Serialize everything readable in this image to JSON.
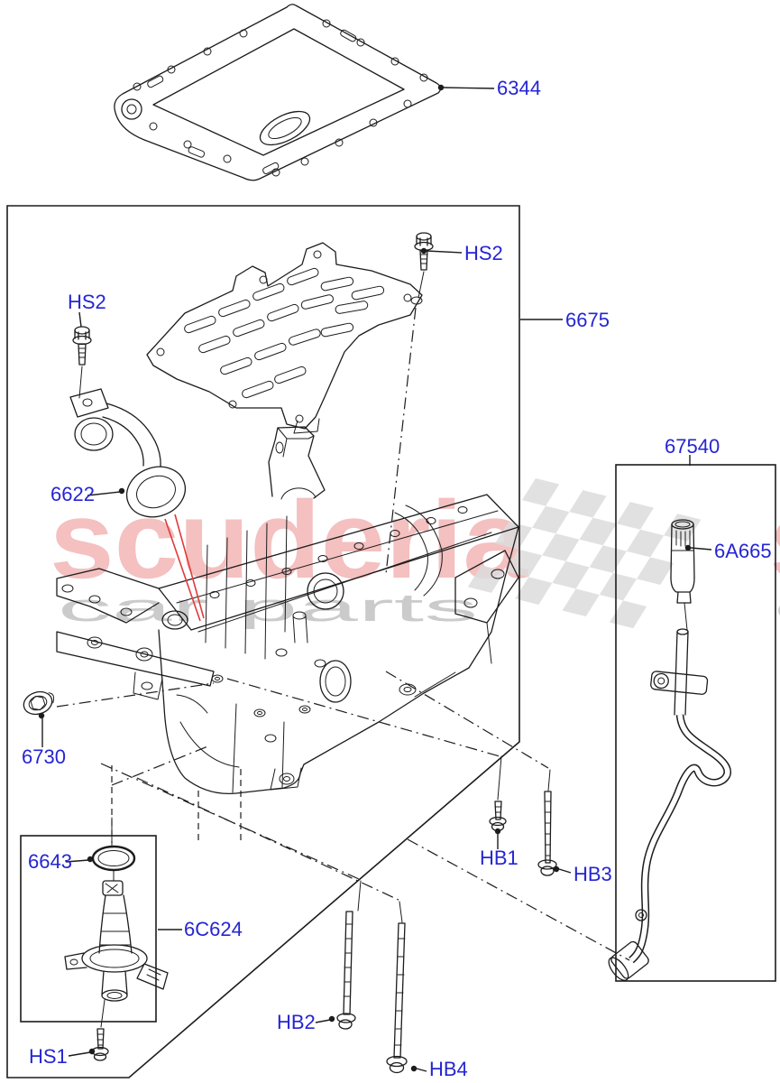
{
  "callouts": {
    "c6344": "6344",
    "hs2_right": "HS2",
    "c6675": "6675",
    "hs2_left": "HS2",
    "c6622": "6622",
    "c67540": "67540",
    "c6a665": "6A665",
    "c6730": "6730",
    "c6643": "6643",
    "c6c624": "6C624",
    "hb1": "HB1",
    "hb3": "HB3",
    "hs1": "HS1",
    "hb2": "HB2",
    "hb4": "HB4"
  },
  "watermark": {
    "brand": "scuderia",
    "tagline": "car parts"
  },
  "colors": {
    "callout_blue": "#2525d2",
    "line_black": "#1c1c1c",
    "pointer_red": "#e03a3a",
    "watermark_brand": "#f0a9a9",
    "watermark_tagline": "#c9c9c9",
    "checker_gray": "#dcdcdc",
    "background": "#ffffff"
  }
}
